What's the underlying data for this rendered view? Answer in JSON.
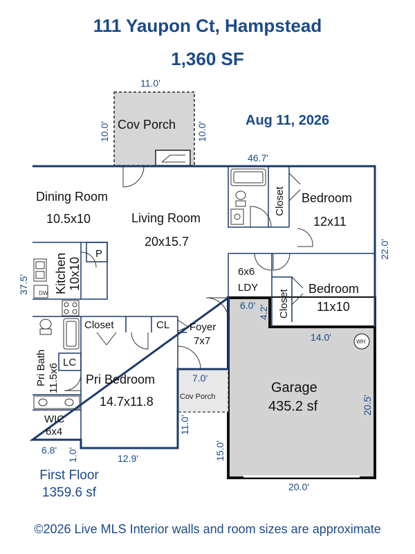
{
  "header": {
    "address": "111 Yaupon Ct, Hampstead",
    "square_feet": "1,360 SF",
    "date": "Aug 11, 2026"
  },
  "rooms": {
    "cov_porch_top": "Cov Porch",
    "dining_name": "Dining Room",
    "dining_size": "10.5x10",
    "living_name": "Living Room",
    "living_size": "20x15.7",
    "kitchen_name": "Kitchen",
    "kitchen_size": "10x10",
    "pantry": "P",
    "bedroom1_name": "Bedroom",
    "bedroom1_size": "12x11",
    "bedroom2_name": "Bedroom",
    "bedroom2_size": "11x10",
    "closet1": "Closet",
    "closet2": "Closet",
    "closet3": "Closet",
    "ldy_size": "6x6",
    "ldy_name": "LDY",
    "cl": "CL",
    "foyer_name": "Foyer",
    "foyer_size": "7x7",
    "pri_bath_name": "Pri Bath",
    "pri_bath_size": "11.5x6",
    "lc": "LC",
    "pri_bedroom_name": "Pri Bedroom",
    "pri_bedroom_size": "14.7x11.8",
    "wic_name": "WIC",
    "wic_size": "6x4",
    "cov_porch_front": "Cov Porch",
    "garage_name": "Garage",
    "garage_size": "435.2 sf",
    "dw": "DW",
    "wh": "WH"
  },
  "dimensions": {
    "porch_width": "11.0'",
    "porch_left": "10.0'",
    "porch_right": "10.0'",
    "overall_width": "46.7'",
    "right_depth": "22.0'",
    "left_depth": "37.5'",
    "ldy_width": "6.0'",
    "ldy_depth": "4.2'",
    "garage_top": "14.0'",
    "garage_depth": "20.5'",
    "front_porch_width": "7.0'",
    "front_porch_depth": "11.0'",
    "bedroom_bottom": "12.9'",
    "left_bottom": "6.8'",
    "left_jog": "1.0'",
    "garage_jog": "15.0'",
    "garage_bottom": "20.0'"
  },
  "floor": {
    "name": "First Floor",
    "area": "1359.6 sf"
  },
  "footer": {
    "text": "©2026 Live MLS  Interior walls and room sizes are approximate"
  }
}
